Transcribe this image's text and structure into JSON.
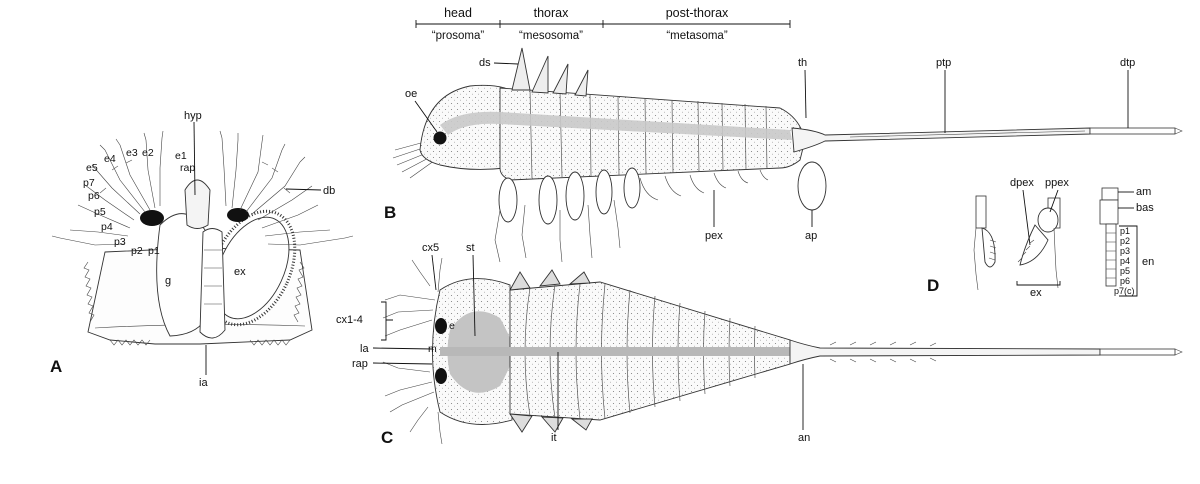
{
  "panels": {
    "a": "A",
    "b": "B",
    "c": "C",
    "d": "D"
  },
  "regions": {
    "head": "head",
    "head_alt": "“prosoma”",
    "thorax": "thorax",
    "thorax_alt": "“mesosoma”",
    "post_thorax": "post-thorax",
    "post_thorax_alt": "“metasoma”"
  },
  "labels_a": {
    "hyp": "hyp",
    "e1": "e1",
    "e2": "e2",
    "e3": "e3",
    "e4": "e4",
    "e5": "e5",
    "rap": "rap",
    "p7": "p7",
    "p6": "p6",
    "p5": "p5",
    "p4": "p4",
    "p3": "p3",
    "p2": "p2",
    "p1": "p1",
    "db": "db",
    "g": "g",
    "ex": "ex",
    "ia": "ia"
  },
  "labels_b": {
    "ds": "ds",
    "oe": "oe",
    "th": "th",
    "ptp": "ptp",
    "dtp": "dtp",
    "pex": "pex",
    "ap": "ap"
  },
  "labels_c": {
    "cx5": "cx5",
    "st": "st",
    "cx1_4": "cx1-4",
    "e": "e",
    "m": "m",
    "la": "la",
    "rap": "rap",
    "it": "it",
    "an": "an"
  },
  "labels_d": {
    "dpex": "dpex",
    "ppex": "ppex",
    "am": "am",
    "bas": "bas",
    "ex": "ex",
    "en": "en",
    "p1": "p1",
    "p2": "p2",
    "p3": "p3",
    "p4": "p4",
    "p5": "p5",
    "p6": "p6",
    "p7c": "p7(c)"
  }
}
